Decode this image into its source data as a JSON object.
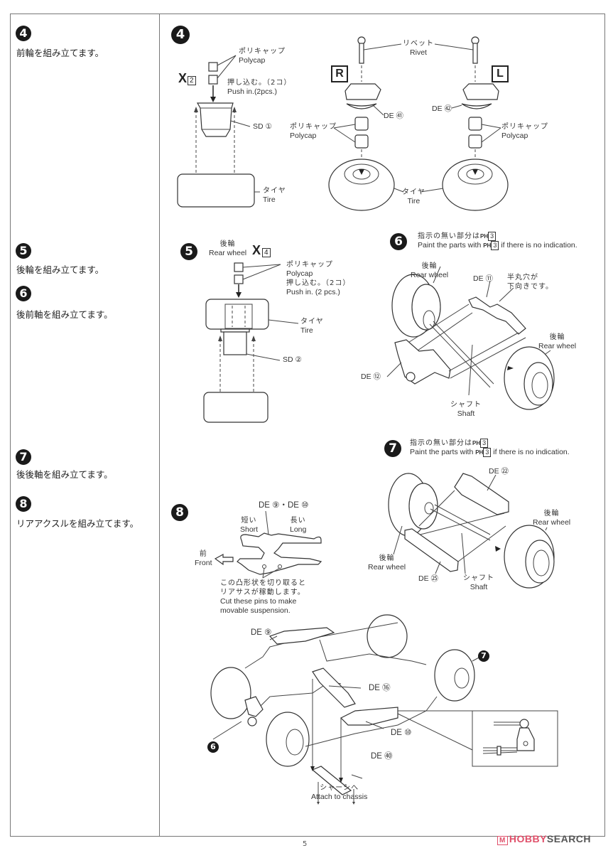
{
  "page": {
    "number": "5"
  },
  "watermark": {
    "brand_a": "HOBBY",
    "brand_b": "SEARCH",
    "brand_color": "#e0506a"
  },
  "left_steps": [
    {
      "num": "4",
      "text": "前輪を組み立てます。"
    },
    {
      "num": "5",
      "text": "後輪を組み立てます。"
    },
    {
      "num": "6",
      "text": "後前軸を組み立てます。"
    },
    {
      "num": "7",
      "text": "後後軸を組み立てます。"
    },
    {
      "num": "8",
      "text": "リアアクスルを組み立てます。"
    }
  ],
  "step4": {
    "num": "4",
    "qty_mark": "X",
    "qty_count": "2",
    "polycap_jp": "ポリキャップ",
    "polycap_en": "Polycap",
    "push_jp": "押し込む。（2コ）",
    "push_en": "Push in.(2pcs.)",
    "sd_part": "SD ①",
    "tire_jp": "タイヤ",
    "tire_en": "Tire",
    "rivet_jp": "リベット",
    "rivet_en": "Rivet",
    "right_label": "R",
    "left_label": "L",
    "de_right": "DE ㊶",
    "de_left": "DE ㊷",
    "polycap2_jp": "ポリキャップ",
    "polycap2_en": "Polycap",
    "polycap3_jp": "ポリキャップ",
    "polycap3_en": "Polycap",
    "tire2_jp": "タイヤ",
    "tire2_en": "Tire"
  },
  "step5": {
    "num": "5",
    "title_jp": "後輪",
    "title_en": "Rear wheel",
    "qty_mark": "X",
    "qty_count": "4",
    "polycap_jp": "ポリキャップ",
    "polycap_en": "Polycap",
    "push_jp": "押し込む。（2コ）",
    "push_en": "Push in. (2 pcs.)",
    "tire_jp": "タイヤ",
    "tire_en": "Tire",
    "sd_part": "SD ②"
  },
  "step6": {
    "num": "6",
    "paint_jp_prefix": "指示の無い部分は",
    "paint_code": "PH",
    "paint_num": "3",
    "paint_en_prefix": "Paint the parts with",
    "paint_en_suffix": "if there is no indication.",
    "rear_wheel_jp": "後輪",
    "rear_wheel_en": "Rear wheel",
    "de11": "DE ⑪",
    "hole_note_jp_1": "半丸穴が",
    "hole_note_jp_2": "下向きです。",
    "rear_wheel2_jp": "後輪",
    "rear_wheel2_en": "Rear wheel",
    "de12": "DE ⑫",
    "shaft_jp": "シャフト",
    "shaft_en": "Shaft"
  },
  "step7": {
    "num": "7",
    "paint_jp_prefix": "指示の無い部分は",
    "paint_code": "PH",
    "paint_num": "3",
    "paint_en_prefix": "Paint the parts with",
    "paint_en_suffix": "if there is no indication.",
    "de22": "DE ㉒",
    "rear_wheel_jp": "後輪",
    "rear_wheel_en": "Rear wheel",
    "rear_wheel2_jp": "後輪",
    "rear_wheel2_en": "Rear wheel",
    "de25": "DE ㉕",
    "shaft_jp": "シャフト",
    "shaft_en": "Shaft"
  },
  "step8": {
    "num": "8",
    "parts_title": "DE ⑨・DE ⑩",
    "short_jp": "短い",
    "short_en": "Short",
    "long_jp": "長い",
    "long_en": "Long",
    "front_jp": "前",
    "front_en": "Front",
    "cut_jp_1": "この凸形状を切り取ると",
    "cut_jp_2": "リアサスが稼動します。",
    "cut_en_1": "Cut these pins to make",
    "cut_en_2": "movable suspension.",
    "de9": "DE ⑨",
    "de16": "DE ⑯",
    "de10": "DE ⑩",
    "de40": "DE ㊵",
    "ref7": "7",
    "ref6": "6",
    "chassis_jp": "シャーシへ",
    "chassis_en": "Attach to chassis"
  }
}
